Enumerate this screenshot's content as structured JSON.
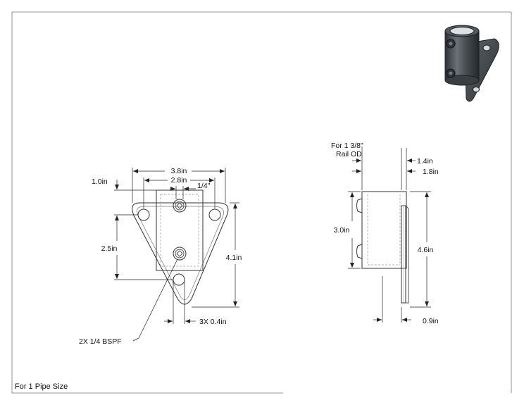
{
  "front_view": {
    "dim_overall_width": "3.8in",
    "dim_hole_spacing": "2.8in",
    "dim_top_offset": "1.0in",
    "dim_screw": "1/4\"",
    "dim_hole_height": "2.5in",
    "dim_overall_height": "4.1in",
    "dim_hole_dia": "3X 0.4in",
    "callout_thread": "2X 1/4 BSPF"
  },
  "side_view": {
    "note_line1": "For 1 3/8\"",
    "note_line2": "Rail OD",
    "dim_plate_offset": "1.4in",
    "dim_plate_offset_outer": "1.8in",
    "dim_socket_height": "3.0in",
    "dim_plate_height": "4.6in",
    "dim_plate_depth": "0.9in"
  },
  "footer": {
    "pipe_size": "For 1 Pipe Size"
  },
  "colors": {
    "line": "#333333",
    "dash": "#888888",
    "part_dark": "#555a5e"
  }
}
